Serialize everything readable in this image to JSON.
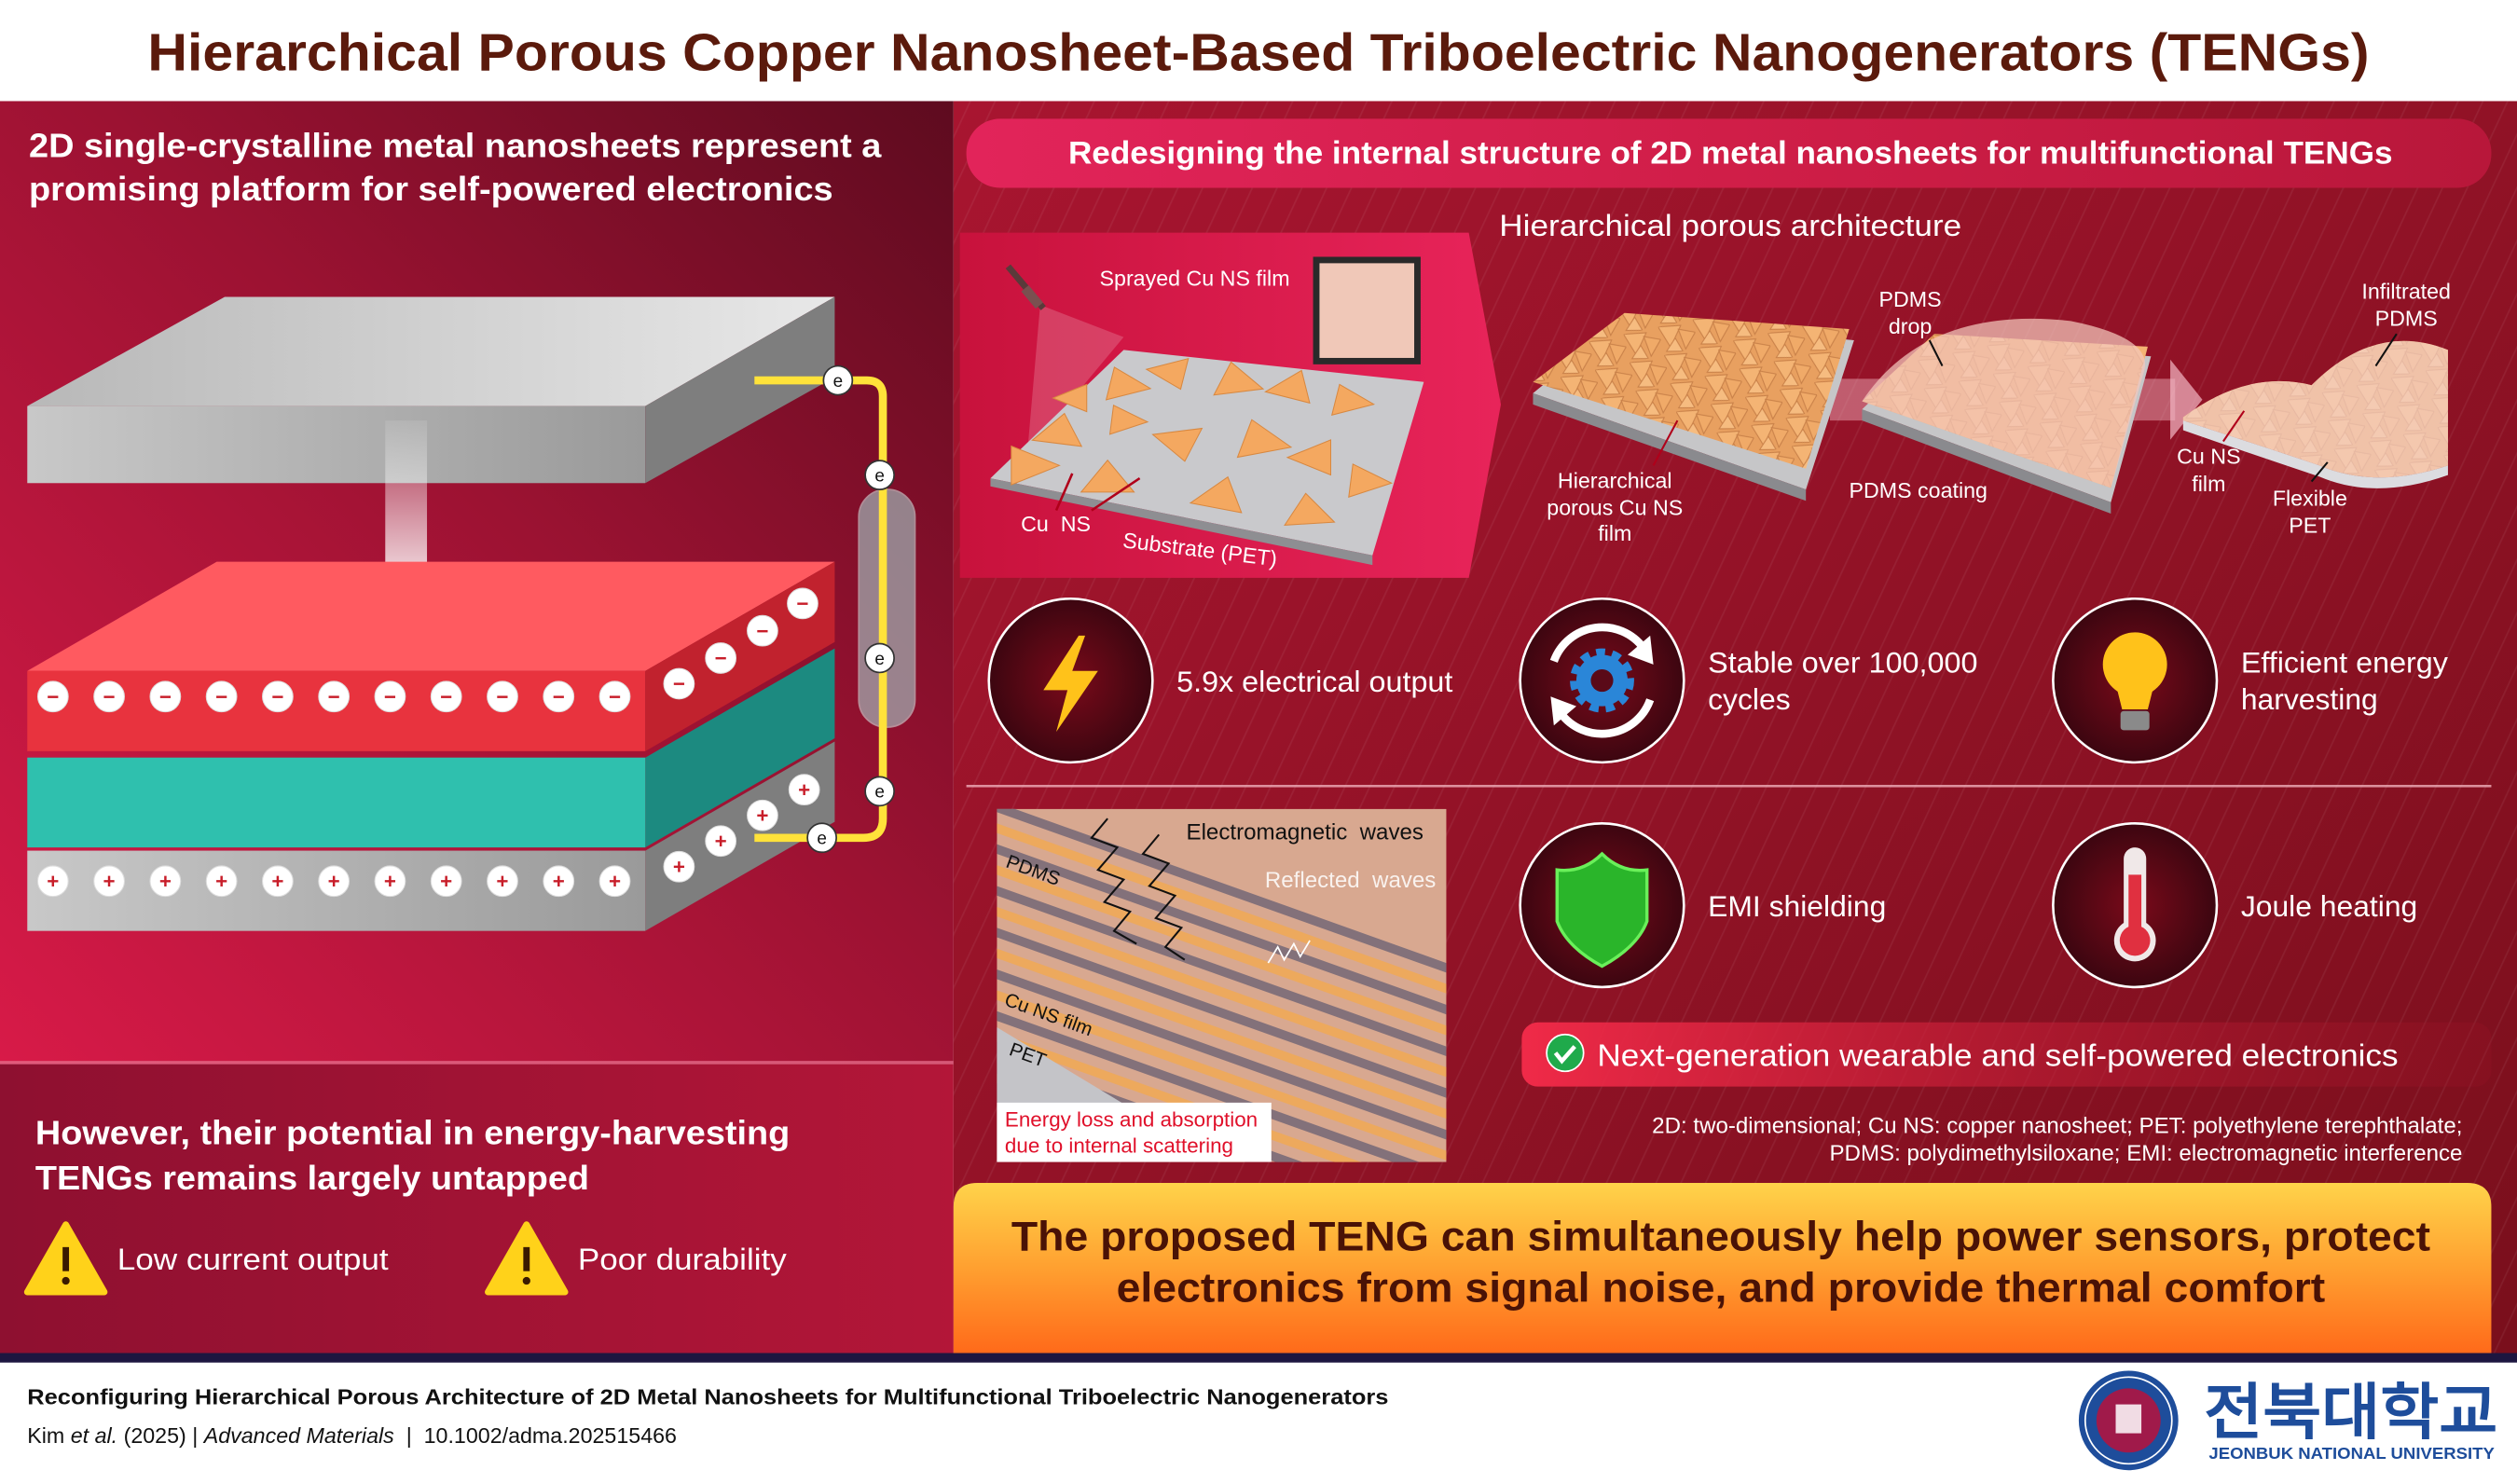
{
  "title": "Hierarchical Porous Copper Nanosheet-Based Triboelectric Nanogenerators (TENGs)",
  "left_panel": {
    "intro_lines": [
      "2D single-crystalline metal nanosheets represent a",
      "promising platform for self-powered electronics"
    ],
    "electron_label": "e",
    "negative_charge": "−",
    "positive_charge": "+",
    "problem_lines": [
      "However, their potential in energy-harvesting",
      "TENGs remains largely untapped"
    ],
    "warnings": [
      {
        "icon": "warning-icon",
        "label": "Low current output"
      },
      {
        "icon": "warning-icon",
        "label": "Poor durability"
      }
    ]
  },
  "right_panel": {
    "banner": "Redesigning the internal structure of 2D metal nanosheets for multifunctional TENGs",
    "architecture_title": "Hierarchical porous architecture",
    "process_labels": {
      "sprayed_film": "Sprayed Cu NS film",
      "cu_ns": "Cu  NS",
      "substrate": "Substrate (PET)",
      "pdms_drop": [
        "PDMS",
        "drop"
      ],
      "porous_film": [
        "Hierarchical",
        "porous Cu NS",
        "film"
      ],
      "pdms_coating": "PDMS coating",
      "infiltrated": [
        "Infiltrated",
        "PDMS"
      ],
      "cu_ns_film": [
        "Cu NS",
        "film"
      ],
      "flexible_pet": [
        "Flexible",
        "PET"
      ]
    },
    "features": [
      {
        "icon": "lightning-icon",
        "lines": [
          "5.9x electrical output"
        ]
      },
      {
        "icon": "gear-cycle-icon",
        "lines": [
          "Stable over 100,000",
          "cycles"
        ]
      },
      {
        "icon": "light-bulb-icon",
        "lines": [
          "Efficient energy",
          "harvesting"
        ]
      },
      {
        "icon": "shield-icon",
        "lines": [
          "EMI shielding"
        ]
      },
      {
        "icon": "thermometer-icon",
        "lines": [
          "Joule heating"
        ]
      }
    ],
    "emi_image": {
      "em_waves": "Electromagnetic  waves",
      "reflected": "Reflected  waves",
      "pdms": "PDMS",
      "cu_ns_film": "Cu NS film",
      "pet": "PET",
      "caption": [
        "Energy loss and absorption",
        "due to internal scattering"
      ]
    },
    "next_gen": "Next-generation wearable and self-powered electronics",
    "abbreviations": [
      "2D: two-dimensional; Cu NS: copper nanosheet; PET: polyethylene terephthalate;",
      "PDMS: polydimethylsiloxane; EMI: electromagnetic interference"
    ],
    "conclusion": [
      "The proposed TENG can simultaneously help power sensors, protect",
      "electronics from signal noise, and provide thermal comfort"
    ]
  },
  "footer": {
    "paper_title": "Reconfiguring Hierarchical Porous Architecture of 2D Metal Nanosheets for Multifunctional Triboelectric Nanogenerators",
    "authors": "Kim ",
    "et_al": "et al.",
    "year": " (2025) | ",
    "journal": "Advanced Materials",
    "doi": "  |  10.1002/adma.202515466",
    "university_korean": "전북대학교",
    "university_english": "JEONBUK NATIONAL UNIVERSITY"
  },
  "colors": {
    "title": "#5b1a0c",
    "crimson": "#a3142c",
    "banner": "#e3265a",
    "orange": "#ff7a1f",
    "yellow": "#ffd84a",
    "teal": "#2fc8b4",
    "navy": "#1d1640",
    "university_blue": "#1e4d9b"
  }
}
